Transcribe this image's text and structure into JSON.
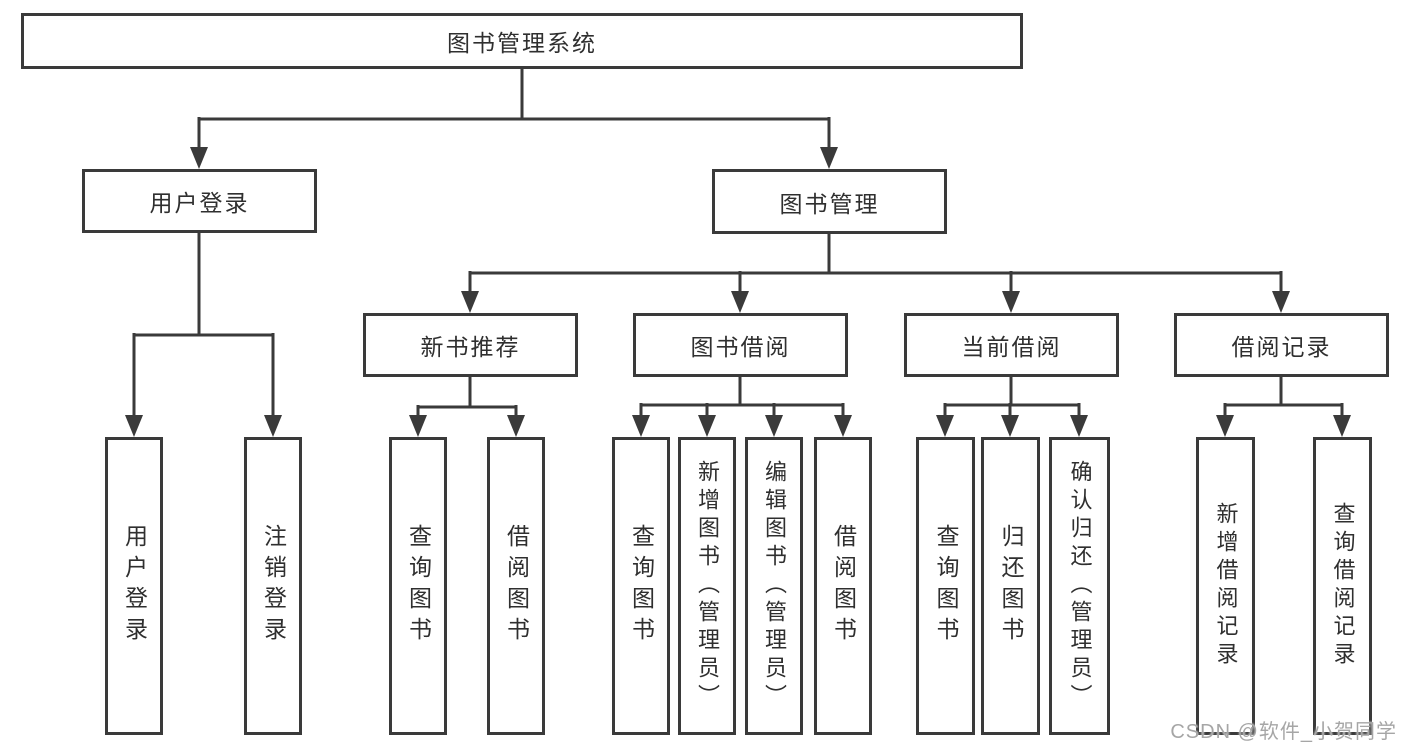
{
  "tree": {
    "root": {
      "label": "图书管理系统"
    },
    "children": [
      {
        "label": "用户登录",
        "children": [
          {
            "label": "用户登录"
          },
          {
            "label": "注销登录"
          }
        ]
      },
      {
        "label": "图书管理",
        "children": [
          {
            "label": "新书推荐",
            "children": [
              {
                "label": "查询图书"
              },
              {
                "label": "借阅图书"
              }
            ]
          },
          {
            "label": "图书借阅",
            "children": [
              {
                "label": "查询图书"
              },
              {
                "label": "新增图书（管理员）"
              },
              {
                "label": "编辑图书（管理员）"
              },
              {
                "label": "借阅图书"
              }
            ]
          },
          {
            "label": "当前借阅",
            "children": [
              {
                "label": "查询图书"
              },
              {
                "label": "归还图书"
              },
              {
                "label": "确认归还（管理员）"
              }
            ]
          },
          {
            "label": "借阅记录",
            "children": [
              {
                "label": "新增借阅记录"
              },
              {
                "label": "查询借阅记录"
              }
            ]
          }
        ]
      }
    ]
  },
  "watermark": "CSDN @软件_小贺同学",
  "colors": {
    "line": "#3a3a3a",
    "text": "#2f2f2f",
    "watermark": "#a6a6a6",
    "background": "#ffffff"
  }
}
